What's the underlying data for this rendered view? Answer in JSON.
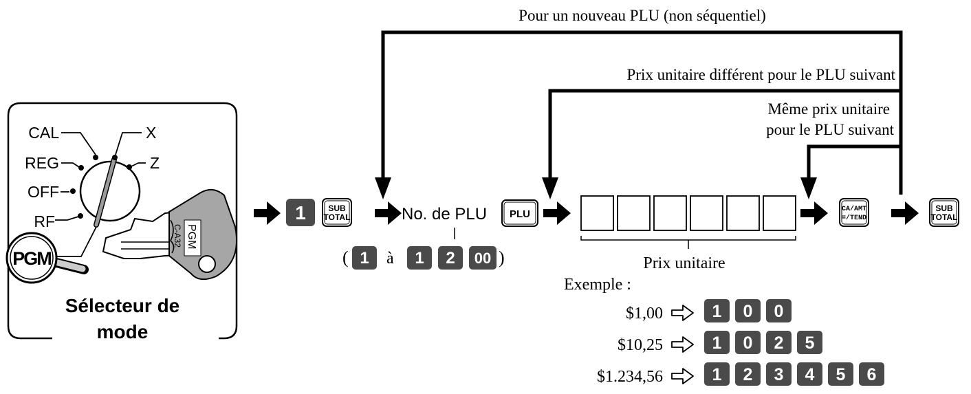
{
  "colors": {
    "line": "#000000",
    "dark_key": "#4a4a4a",
    "key_outline": "#000000",
    "key_grey": "#a6a6a6",
    "background": "#ffffff"
  },
  "mode_selector": {
    "positions": [
      "CAL",
      "REG",
      "OFF",
      "RF",
      "X",
      "Z"
    ],
    "pgm_label": "PGM",
    "key_pgm_label": "PGM",
    "key_code": "C-A32",
    "caption_line1": "Sélecteur de",
    "caption_line2": "mode"
  },
  "flow": {
    "top_loop_label": "Pour un nouveau PLU (non séquentiel)",
    "mid_loop_label": "Prix unitaire différent pour le PLU suivant",
    "inner_loop_label_line1": "Même prix unitaire",
    "inner_loop_label_line2": "pour le PLU suivant",
    "step1_key": "1",
    "subtotal_top": "SUB",
    "subtotal_bottom": "TOTAL",
    "plu_number_label": "No. de PLU",
    "plu_key": "PLU",
    "range_open": "(",
    "range_from": "1",
    "range_word": "à",
    "range_to_keys": [
      "1",
      "2",
      "00"
    ],
    "range_close": ")",
    "unit_price_label": "Prix unitaire",
    "ca_top": "CA/AMT",
    "ca_bottom": "=/TEND",
    "subtotal2_top": "SUB",
    "subtotal2_bottom": "TOTAL"
  },
  "example": {
    "label": "Exemple :",
    "rows": [
      {
        "amount": "$1,00",
        "keys": [
          "1",
          "0",
          "0"
        ]
      },
      {
        "amount": "$10,25",
        "keys": [
          "1",
          "0",
          "2",
          "5"
        ]
      },
      {
        "amount": "$1.234,56",
        "keys": [
          "1",
          "2",
          "3",
          "4",
          "5",
          "6"
        ]
      }
    ]
  }
}
